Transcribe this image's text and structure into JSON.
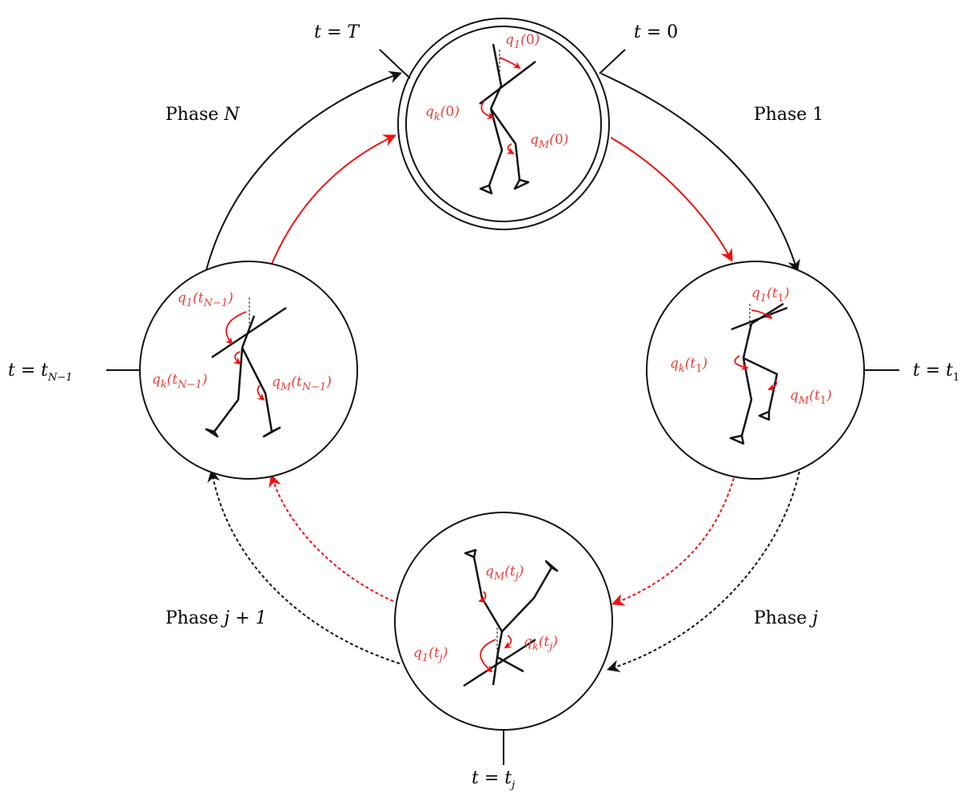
{
  "colors": {
    "black": "#111111",
    "red": "#ee1111",
    "label_red": "#e8403a"
  },
  "time_labels": {
    "t_T": {
      "lhs": "t",
      "rhs": "T"
    },
    "t_0": {
      "lhs": "t",
      "rhs": "0"
    },
    "t_1": {
      "lhs": "t",
      "rhs": "t",
      "sub": "1"
    },
    "t_j": {
      "lhs": "t",
      "rhs": "t",
      "sub": "j"
    },
    "t_N1": {
      "lhs": "t",
      "rhs": "t",
      "sub": "N−1"
    }
  },
  "phases": {
    "p1": {
      "word": "Phase",
      "idx": "1"
    },
    "pj": {
      "word": "Phase",
      "idx": "j"
    },
    "pj1": {
      "word": "Phase",
      "idx": "j + 1"
    },
    "pN": {
      "word": "Phase",
      "idx": "N"
    }
  },
  "angles": {
    "top": {
      "q1": {
        "sub": "1",
        "arg": "0"
      },
      "qk": {
        "sub": "k",
        "arg": "0"
      },
      "qM": {
        "sub": "M",
        "arg": "0"
      }
    },
    "right": {
      "q1": {
        "sub": "1",
        "arg": "t",
        "argsub": "1"
      },
      "qk": {
        "sub": "k",
        "arg": "t",
        "argsub": "1"
      },
      "qM": {
        "sub": "M",
        "arg": "t",
        "argsub": "1"
      }
    },
    "bottom": {
      "q1": {
        "sub": "1",
        "arg": "t",
        "argsub": "j"
      },
      "qk": {
        "sub": "k",
        "arg": "t",
        "argsub": "j"
      },
      "qM": {
        "sub": "M",
        "arg": "t",
        "argsub": "j"
      }
    },
    "left": {
      "q1": {
        "sub": "1",
        "arg": "t",
        "argsub": "N−1"
      },
      "qk": {
        "sub": "k",
        "arg": "t",
        "argsub": "N−1"
      },
      "qM": {
        "sub": "M",
        "arg": "t",
        "argsub": "N−1"
      }
    }
  }
}
